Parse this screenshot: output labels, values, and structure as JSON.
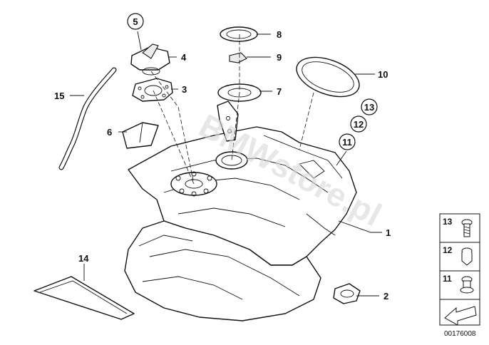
{
  "watermark": "BMWstore.pl",
  "diagram_id": "00176008",
  "callouts": [
    "1",
    "2",
    "3",
    "4",
    "5",
    "6",
    "7",
    "8",
    "9",
    "10",
    "11",
    "12",
    "13",
    "14",
    "15"
  ],
  "legend": [
    "13",
    "12",
    "11"
  ],
  "colors": {
    "line": "#111111",
    "fill": "#ffffff",
    "shade": "#ececec"
  }
}
